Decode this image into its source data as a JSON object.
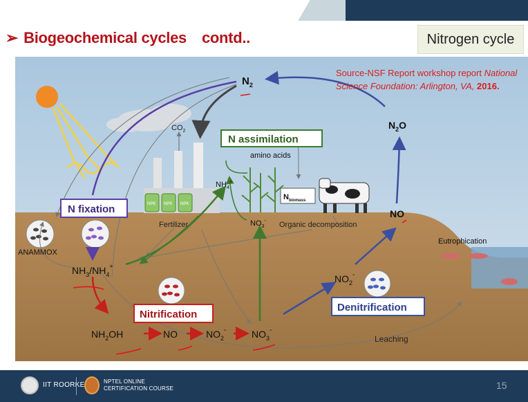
{
  "header": {
    "arrow_glyph": "➢",
    "title": "Biogeochemical cycles",
    "title_suffix": "contd..",
    "topic": "Nitrogen cycle"
  },
  "source": {
    "line1_prefix": "Source-NSF Report workshop report ",
    "line1_italic": "National",
    "line2_italic": "Science Foundation: Arlington, VA,",
    "line2_year": "2016."
  },
  "diagram": {
    "n2": "N",
    "n2_sub": "2",
    "co2": "CO",
    "co2_sub": "2",
    "n2o": "N",
    "n2o_sub": "2",
    "n2o_tail": "O",
    "no_top": "NO",
    "n_assimilation": "N assimilation",
    "amino_acids": "amino acids",
    "nh4_plant": "NH",
    "nh4_plant_sub": "4",
    "nh4_plant_sup": "+",
    "n_biomass": "N",
    "n_biomass_sub": "biomass",
    "no3_plant": "NO",
    "no3_plant_sub": "3",
    "no3_plant_sup": "-",
    "organic_decomposition": "Organic decomposition",
    "fertilizer": "Fertilizer",
    "npk": "NPK",
    "n_fixation": "N fixation",
    "anammox": "ANAMMOX",
    "nh3_nh4": "NH",
    "nh3_sub": "3",
    "nh3_mid": "/NH",
    "nh4_sub": "4",
    "nh4_sup": "+",
    "nitrification": "Nitrification",
    "nh2oh": "NH",
    "nh2oh_sub": "2",
    "nh2oh_tail": "OH",
    "no_bottom": "NO",
    "no2_bottom": "NO",
    "no2_bottom_sub": "2",
    "no2_bottom_sup": "-",
    "no3_bottom": "NO",
    "no3_bottom_sub": "3",
    "no3_bottom_sup": "-",
    "no2_right": "NO",
    "no2_right_sub": "2",
    "no2_right_sup": "-",
    "denitrification": "Denitrification",
    "leaching": "Leaching",
    "eutrophication": "Eutrophication"
  },
  "footer": {
    "institute": "IIT ROORKEE",
    "nptel_line1": "NPTEL ONLINE",
    "nptel_line2": "CERTIFICATION COURSE",
    "page_number": "15"
  },
  "colors": {
    "title_red": "#b3141c",
    "annotation_red": "#e01818",
    "process_purple": "#5a3fa6",
    "process_green": "#3f7a2e",
    "process_red": "#c4201c",
    "process_blue": "#3a4fa0",
    "soil_brown": "#a17a4c",
    "sky_blue": "#b9d3e6"
  }
}
